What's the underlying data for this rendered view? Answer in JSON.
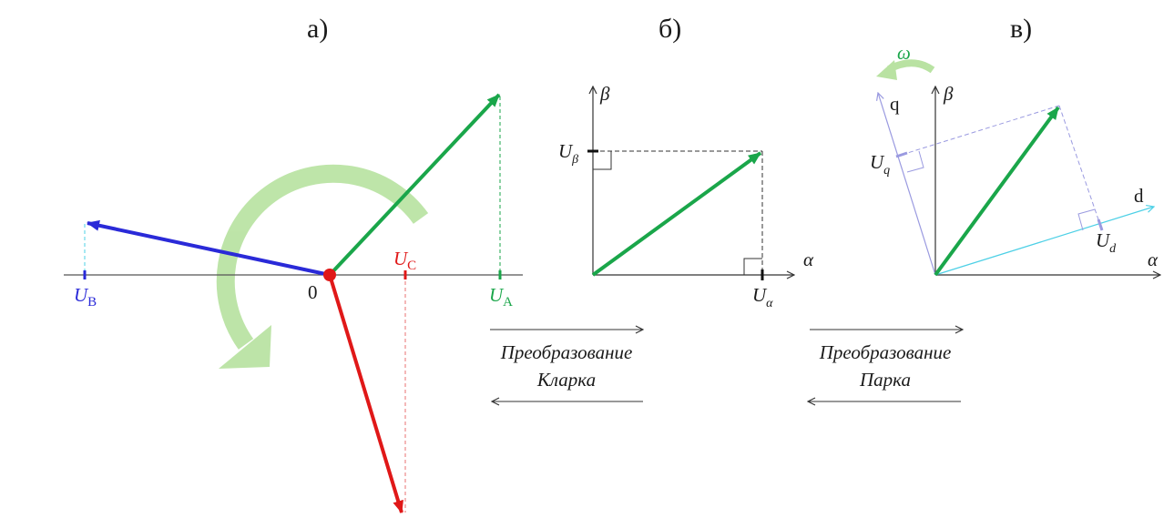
{
  "panels": {
    "a": "а)",
    "b": "б)",
    "c": "в)"
  },
  "panel_a": {
    "origin_label": "0",
    "ua": {
      "main": "U",
      "sub": "A"
    },
    "ub": {
      "main": "U",
      "sub": "B"
    },
    "uc": {
      "main": "U",
      "sub": "C"
    }
  },
  "panel_b": {
    "alpha": "α",
    "beta": "β",
    "u_alpha": {
      "main": "U",
      "sub": "α"
    },
    "u_beta": {
      "main": "U",
      "sub": "β"
    }
  },
  "panel_c": {
    "alpha": "α",
    "beta": "β",
    "d": "d",
    "q": "q",
    "omega": "ω",
    "u_d": {
      "main": "U",
      "sub": "d"
    },
    "u_q": {
      "main": "U",
      "sub": "q"
    }
  },
  "transforms": {
    "clarke": {
      "line1": "Преобразование",
      "line2": "Кларка"
    },
    "park": {
      "line1": "Преобразование",
      "line2": "Парка"
    }
  },
  "colors": {
    "phase_a": "#1aa64a",
    "phase_b": "#2a2ad8",
    "phase_c": "#e01818",
    "rotation": "#a8dc8c",
    "dq_axis_q": "#9a9ae0",
    "dq_axis_d": "#4dd0e6"
  }
}
